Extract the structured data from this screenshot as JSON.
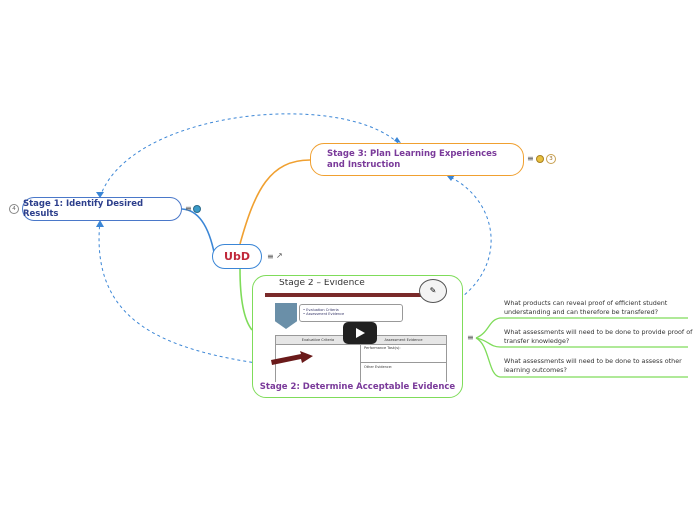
{
  "central": {
    "label": "UbD"
  },
  "stage1": {
    "label": "Stage 1: Identify Desired Results",
    "badge_count": "4"
  },
  "stage3": {
    "label": "Stage 3: Plan Learning Experiences and Instruction",
    "badge_count": "3"
  },
  "stage2": {
    "label": "Stage 2: Determine Acceptable Evidence",
    "thumbnail": {
      "title": "Stage 2 – Evidence",
      "box_lines": [
        "• Evaluation Criteria",
        "• Assessment Evidence"
      ],
      "table_headers": [
        "Evaluative Criteria",
        "Assessment Evidence"
      ],
      "cells": [
        "Performance Task(s):",
        "Other Evidence:"
      ]
    },
    "questions": [
      "What products can reveal proof of efficient student understanding and can therefore be transfered?",
      "What assessments will need to be done to provide proof of transfer knowledge?",
      "What assessments will need to be done to assess other learning outcomes?"
    ]
  },
  "icons": {
    "note": "notes-icon",
    "link": "external-link-icon",
    "play": "play-button-icon",
    "globe": "globe-icon",
    "bulb": "lightbulb-icon"
  },
  "colors": {
    "stage1_border": "#4a78c9",
    "ubd_text": "#c0283a",
    "stage3_border": "#f0a030",
    "stage2_border": "#7fdc5a",
    "label_purple": "#7a3a9a",
    "relation_dashed": "#3b86d6"
  }
}
